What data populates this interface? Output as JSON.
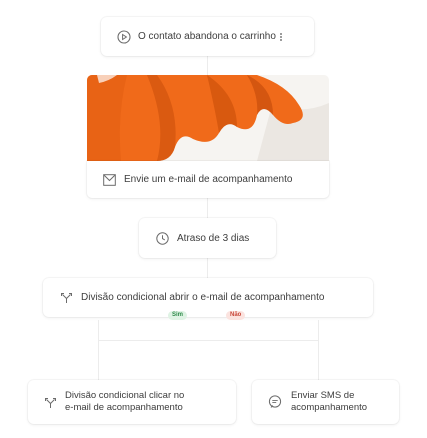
{
  "trigger": {
    "label": "O contato abandona o carrinho",
    "icon": "play-circle-icon"
  },
  "email_step": {
    "label": "Envie um e-mail de acompanhamento",
    "icon": "mail-icon"
  },
  "delay_step": {
    "label": "Atraso de 3 dias",
    "icon": "clock-icon"
  },
  "split_step": {
    "label": "Divisão condicional abrir o e-mail de acompanhamento",
    "icon": "split-icon",
    "yes_label": "Sim",
    "no_label": "Não",
    "yes_color": "#2e8b4a",
    "yes_bg": "#dff3e4",
    "no_color": "#c9483a",
    "no_bg": "#fbe3df"
  },
  "branch_left": {
    "label_line1": "Divisão condicional clicar no",
    "label_line2": "e-mail de acompanhamento",
    "icon": "split-icon"
  },
  "branch_right": {
    "label_line1": "Enviar SMS de",
    "label_line2": "acompanhamento",
    "icon": "sms-icon"
  },
  "colors": {
    "fabric": "#f06a1a",
    "fabric_shadow": "#c44a08",
    "background": "#f6f4f1"
  }
}
